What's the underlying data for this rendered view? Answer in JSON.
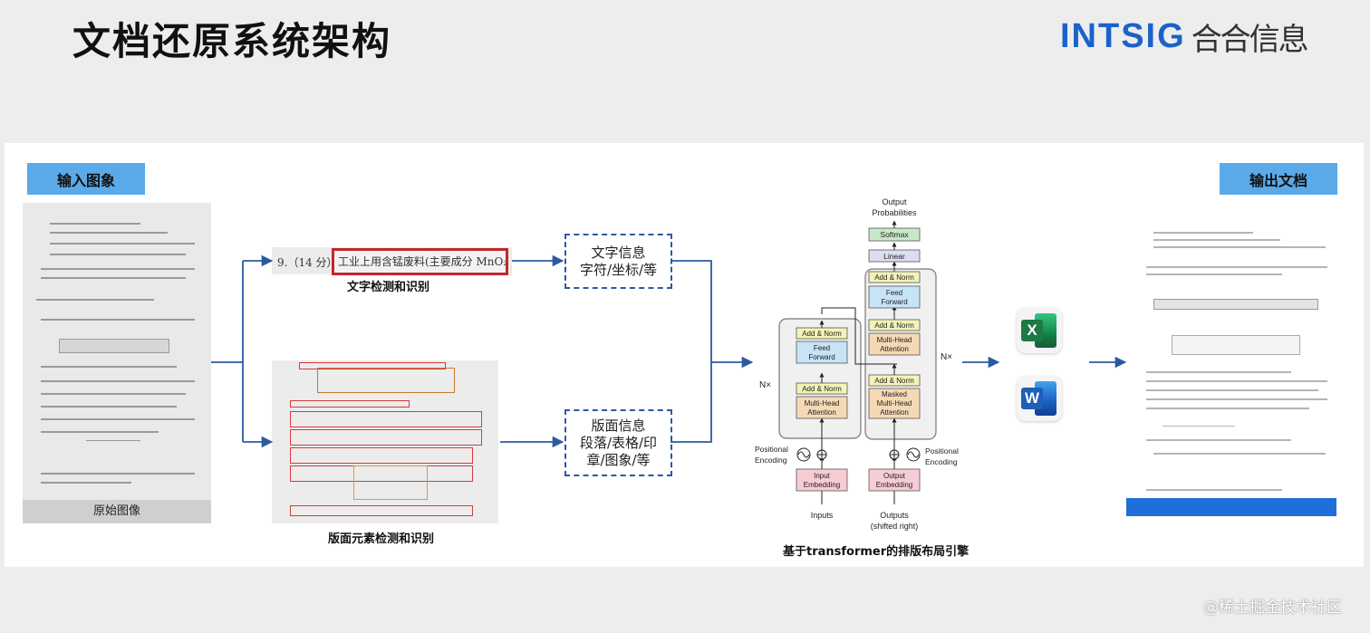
{
  "title": "文档还原系统架构",
  "brand": {
    "en": "INTSIG",
    "cn": "合合信息",
    "color": "#1b62c9"
  },
  "labels": {
    "input": "输入图象",
    "output": "输出文档"
  },
  "input_image": {
    "caption": "原始图像"
  },
  "text_strip": {
    "number": "9.（14 分）",
    "highlighted": "工业上用含锰废料(主要成分 MnO₂"
  },
  "captions": {
    "text_detect": "文字检测和识别",
    "layout_detect": "版面元素检测和识别",
    "transformer": "基于transformer的排版布局引擎"
  },
  "info_text": {
    "line1": "文字信息",
    "line2": "字符/坐标/等"
  },
  "info_layout": {
    "line1": "版面信息",
    "line2": "段落/表格/印",
    "line3": "章/图象/等"
  },
  "transformer": {
    "output_probs_1": "Output",
    "output_probs_2": "Probabilities",
    "softmax": "Softmax",
    "linear": "Linear",
    "add_norm": "Add & Norm",
    "feed": "Feed",
    "forward": "Forward",
    "multi": "Multi-Head",
    "attention": "Attention",
    "masked": "Masked",
    "nx": "N×",
    "pos1": "Positional",
    "pos2": "Encoding",
    "input": "Input",
    "output": "Output",
    "embedding": "Embedding",
    "inputs": "Inputs",
    "outputs": "Outputs",
    "shifted": "(shifted right)"
  },
  "apps": {
    "excel": "X",
    "word": "W"
  },
  "colors": {
    "accent_blue": "#5aa9e8",
    "arrow": "#2b5aa0",
    "excel_green": "#1d7a45",
    "word_blue": "#1e5fb8",
    "highlight_red": "#c0292b"
  },
  "footer": "@稀土掘金技术社区"
}
